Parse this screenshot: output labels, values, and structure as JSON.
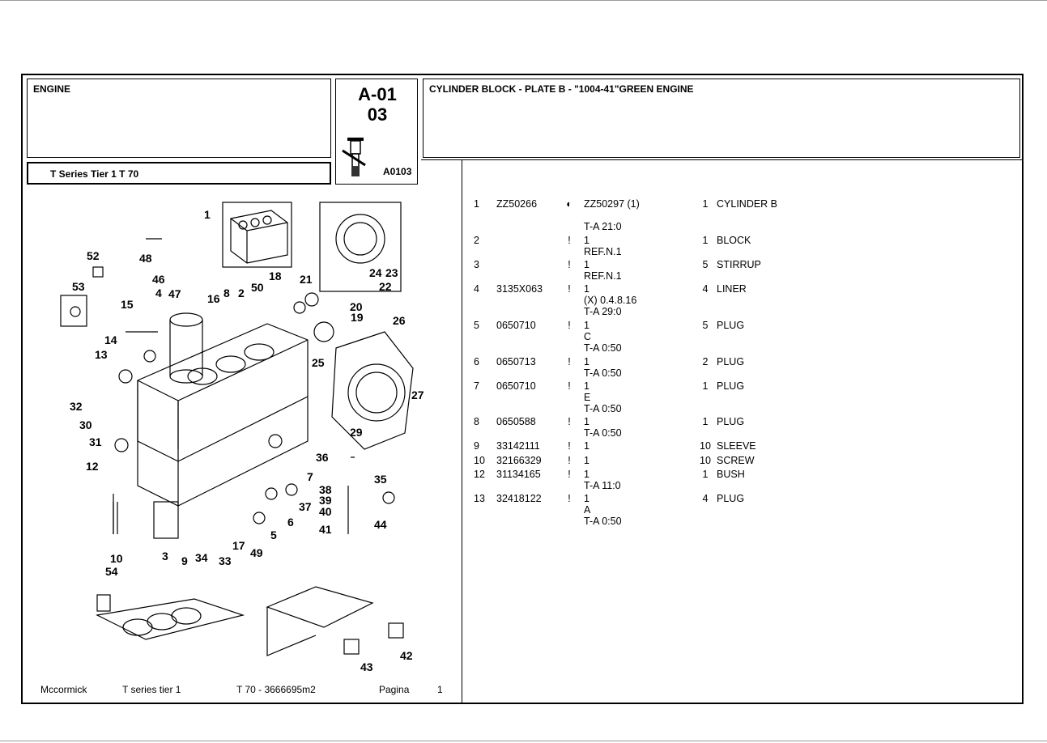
{
  "header": {
    "section": "ENGINE",
    "series": "T Series Tier 1  T 70",
    "code_line1": "A-01",
    "code_line2": "03",
    "figure_ref": "A0103",
    "title": "CYLINDER BLOCK - PLATE B - \"1004-41\"GREEN ENGINE"
  },
  "diagram": {
    "icon": "engine-part-icon",
    "callouts": [
      "1",
      "2",
      "3",
      "4",
      "5",
      "6",
      "7",
      "8",
      "9",
      "10",
      "12",
      "13",
      "14",
      "15",
      "16",
      "17",
      "18",
      "19",
      "20",
      "21",
      "22",
      "23",
      "24",
      "25",
      "26",
      "27",
      "29",
      "30",
      "31",
      "32",
      "33",
      "34",
      "35",
      "36",
      "37",
      "38",
      "39",
      "40",
      "41",
      "42",
      "43",
      "44",
      "46",
      "47",
      "48",
      "49",
      "50",
      "52",
      "53",
      "54"
    ]
  },
  "parts": [
    {
      "pos": "1",
      "code": "ZZ50266",
      "mark": "◐",
      "details": [
        "ZZ50297  (1)",
        "",
        "T-A 21:0"
      ],
      "qty": "1",
      "desc": "CYLINDER B"
    },
    {
      "pos": "2",
      "code": "",
      "mark": "!",
      "details": [
        "1",
        "REF.N.1"
      ],
      "qty": "1",
      "desc": "BLOCK"
    },
    {
      "pos": "3",
      "code": "",
      "mark": "!",
      "details": [
        "1",
        "REF.N.1"
      ],
      "qty": "5",
      "desc": "STIRRUP"
    },
    {
      "pos": "4",
      "code": "3135X063",
      "mark": "!",
      "details": [
        "1",
        "(X) 0.4.8.16",
        "T-A 29:0"
      ],
      "qty": "4",
      "desc": "LINER"
    },
    {
      "pos": "5",
      "code": "0650710",
      "mark": "!",
      "details": [
        "1",
        "C",
        "T-A 0:50"
      ],
      "qty": "5",
      "desc": "PLUG"
    },
    {
      "pos": "6",
      "code": "0650713",
      "mark": "!",
      "details": [
        "1",
        "T-A 0:50"
      ],
      "qty": "2",
      "desc": "PLUG"
    },
    {
      "pos": "7",
      "code": "0650710",
      "mark": "!",
      "details": [
        "1",
        "E",
        "T-A 0:50"
      ],
      "qty": "1",
      "desc": "PLUG"
    },
    {
      "pos": "8",
      "code": "0650588",
      "mark": "!",
      "details": [
        "1",
        "T-A 0:50"
      ],
      "qty": "1",
      "desc": "PLUG"
    },
    {
      "pos": "9",
      "code": "33142111",
      "mark": "!",
      "details": [
        "1"
      ],
      "qty": "10",
      "desc": "SLEEVE"
    },
    {
      "pos": "10",
      "code": "32166329",
      "mark": "!",
      "details": [
        "1"
      ],
      "qty": "10",
      "desc": "SCREW"
    },
    {
      "pos": "12",
      "code": "31134165",
      "mark": "!",
      "details": [
        "1",
        "T-A 11:0"
      ],
      "qty": "1",
      "desc": "BUSH"
    },
    {
      "pos": "13",
      "code": "32418122",
      "mark": "!",
      "details": [
        "1",
        "A",
        "T-A 0:50"
      ],
      "qty": "4",
      "desc": "PLUG"
    }
  ],
  "footer": {
    "brand": "Mccormick",
    "series": "T series tier 1",
    "model": "T 70 - 3666695m2",
    "page_label": "Pagina",
    "page_number": "1"
  }
}
